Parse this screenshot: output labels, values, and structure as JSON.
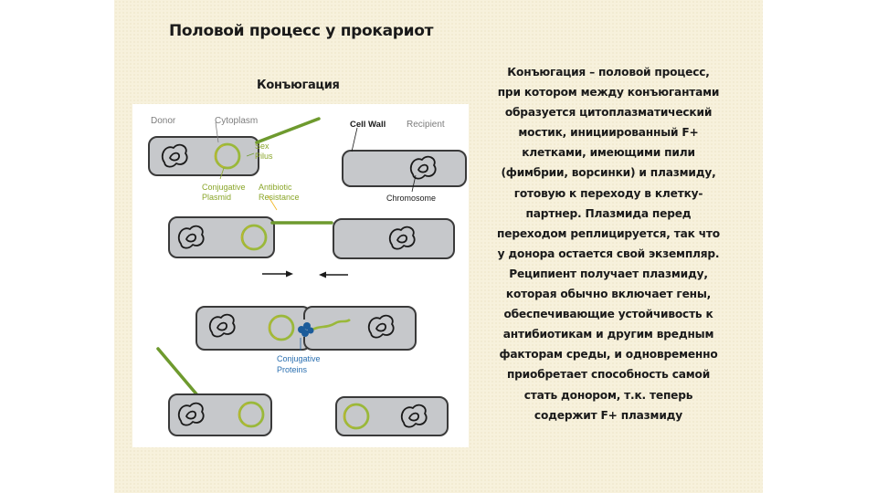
{
  "slide": {
    "title": "Половой процесс у прокариот",
    "subtitle": "Конъюгация",
    "description_lines": [
      "Конъюгация – половой процесс,",
      "при котором между конъюгантами",
      "образуется цитоплазматический",
      "мостик, инициированный F+",
      "клетками,  имеющими пили",
      "(фимбрии, ворсинки) и плазмиду,",
      "готовую к переходу в клетку-",
      "партнер. Плазмида перед",
      "переходом реплицируется, так что",
      "у донора остается свой экземпляр.",
      "Реципиент получает плазмиду,",
      "которая обычно включает гены,",
      "обеспечивающие устойчивость к",
      "антибиотикам и другим вредным",
      "факторам среды, и одновременно",
      "приобретает способность самой",
      "стать донором, т.к. теперь",
      "содержит F+ плазмиду"
    ]
  },
  "diagram": {
    "labels": {
      "donor": "Donor",
      "cytoplasm": "Cytoplasm",
      "sex_pilus_1": "Sex",
      "sex_pilus_2": "Pilus",
      "cell_wall": "Cell Wall",
      "recipient": "Recipient",
      "conjugative_plasmid_1": "Conjugative",
      "conjugative_plasmid_2": "Plasmid",
      "antibiotic_resistance_1": "Antibiotic",
      "antibiotic_resistance_2": "Resistance",
      "chromosome": "Chromosome",
      "conjugative_proteins_1": "Conjugative",
      "conjugative_proteins_2": "Proteins"
    },
    "colors": {
      "cell_fill": "#c6c8cb",
      "cell_stroke": "#3a3a3a",
      "plasmid": "#9ab83a",
      "pilus": "#6e9a2e",
      "resistance_gene": "#f2b51c",
      "protein": "#1c5c9a",
      "green_label": "#8aa62a",
      "blue_label": "#2a6fb0",
      "gray_label": "#7d7d7d"
    }
  }
}
